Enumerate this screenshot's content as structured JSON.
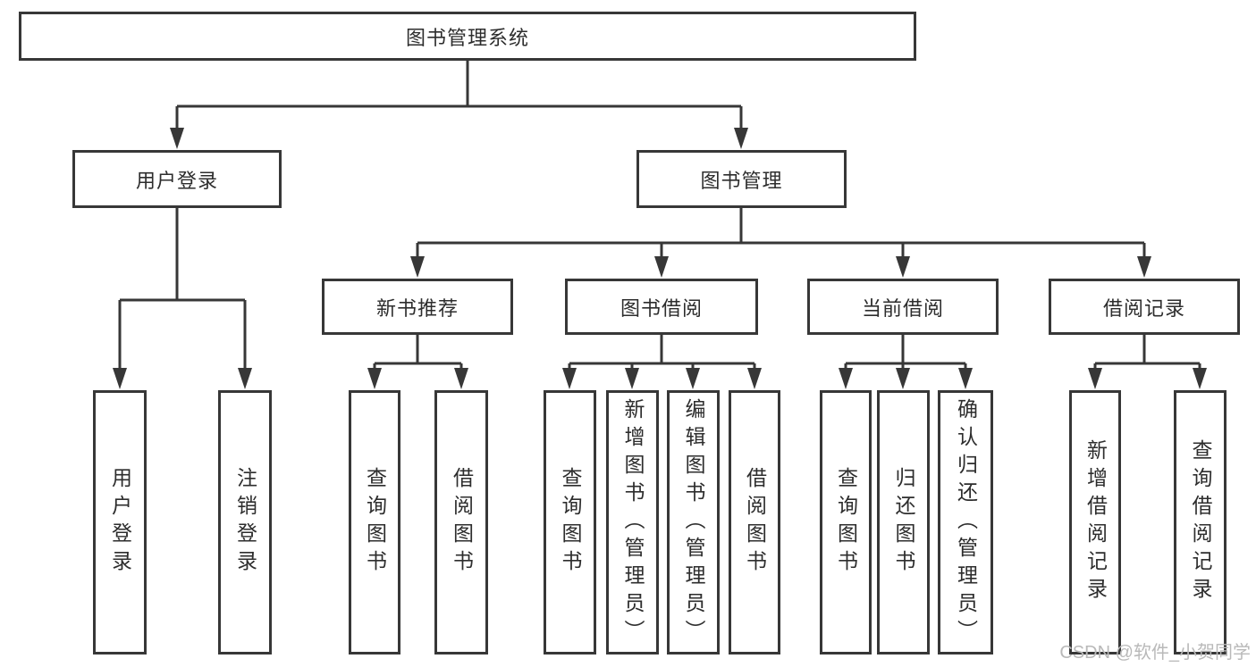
{
  "tree": {
    "root": "图书管理系统",
    "user_login": {
      "label": "用户登录",
      "children": [
        "用户登录",
        "注销登录"
      ]
    },
    "book_management": {
      "label": "图书管理",
      "sections": [
        {
          "label": "新书推荐",
          "children": [
            "查询图书",
            "借阅图书"
          ]
        },
        {
          "label": "图书借阅",
          "children": [
            "查询图书",
            "新增图书（管理员）",
            "编辑图书（管理员）",
            "借阅图书"
          ]
        },
        {
          "label": "当前借阅",
          "children": [
            "查询图书",
            "归还图书",
            "确认归还（管理员）"
          ]
        },
        {
          "label": "借阅记录",
          "children": [
            "新增借阅记录",
            "查询借阅记录"
          ]
        }
      ]
    }
  },
  "watermark": {
    "text": "CSDN @软件_小贺同学"
  },
  "colors": {
    "line": "#373737",
    "text": "#2d2d2d",
    "watermark": "#b9b9b9",
    "background": "#ffffff"
  }
}
